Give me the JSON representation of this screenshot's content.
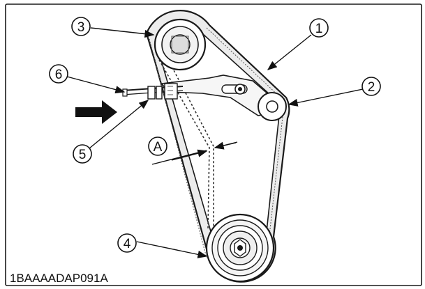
{
  "figure": {
    "callouts": [
      "1",
      "2",
      "3",
      "4",
      "5",
      "6"
    ],
    "dimension_label": "A",
    "image_code": "1BAAAADAP091A"
  },
  "colors": {
    "line": "#1a1a1a",
    "belt_fill": "#e8e8e8",
    "background": "#ffffff"
  }
}
